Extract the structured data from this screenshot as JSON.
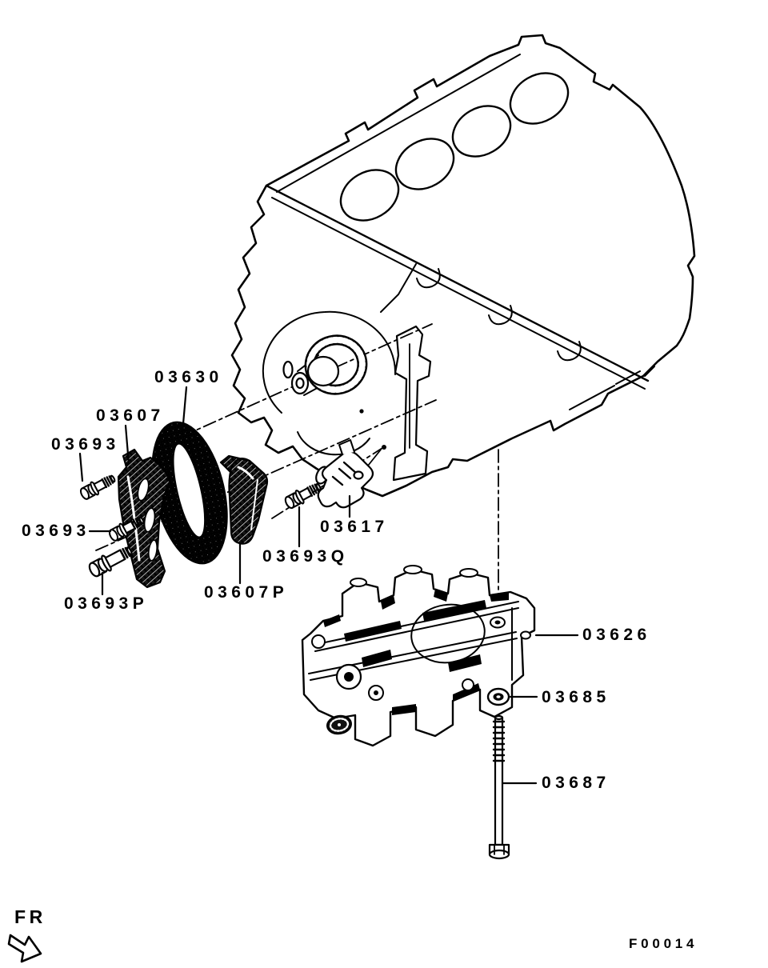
{
  "diagram": {
    "title": "engine-parts-exploded-diagram",
    "figure_code": "F00014",
    "orientation_label": "FR",
    "colors": {
      "line": "#000000",
      "background": "#ffffff"
    },
    "callouts": [
      {
        "part_no": "03630"
      },
      {
        "part_no": "03607"
      },
      {
        "part_no": "03693"
      },
      {
        "part_no": "03693"
      },
      {
        "part_no": "03693P"
      },
      {
        "part_no": "03607P"
      },
      {
        "part_no": "03693Q"
      },
      {
        "part_no": "03617"
      },
      {
        "part_no": "03626"
      },
      {
        "part_no": "03685"
      },
      {
        "part_no": "03687"
      }
    ]
  }
}
